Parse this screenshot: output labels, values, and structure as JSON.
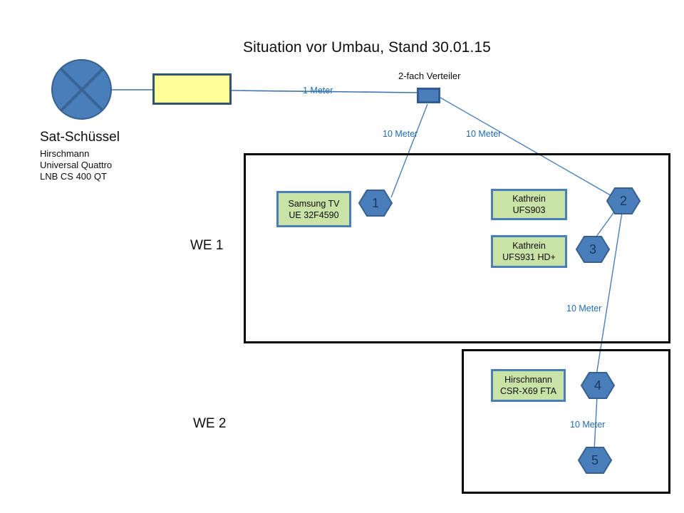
{
  "title": "Situation vor Umbau, Stand 30.01.15",
  "source": {
    "dish_icon": "satellite-dish-icon",
    "name": "Sat-Schüssel",
    "details_line1": "Hirschmann",
    "details_line2": "Universal Quattro",
    "details_line3": "LNB CS 400  QT"
  },
  "splitter": {
    "label": "2-fach Verteiler"
  },
  "rooms": [
    {
      "id": "we1",
      "label": "WE 1"
    },
    {
      "id": "we2",
      "label": "WE 2"
    }
  ],
  "devices": [
    {
      "id": "samsung",
      "line1": "Samsung TV",
      "line2": "UE 32F4590"
    },
    {
      "id": "k903",
      "line1": "Kathrein",
      "line2": "UFS903"
    },
    {
      "id": "k931",
      "line1": "Kathrein",
      "line2": "UFS931 HD+"
    },
    {
      "id": "hirsch",
      "line1": "Hirschmann",
      "line2": "CSR-X69 FTA"
    }
  ],
  "outlets": [
    {
      "id": "1",
      "number": "1"
    },
    {
      "id": "2",
      "number": "2"
    },
    {
      "id": "3",
      "number": "3"
    },
    {
      "id": "4",
      "number": "4"
    },
    {
      "id": "5",
      "number": "5"
    }
  ],
  "cable_lengths": {
    "dish_to_splitter": "1 Meter",
    "splitter_to_outlet1": "10 Meter",
    "splitter_to_outlet2": "10 Meter",
    "outlet2_to_outlet4": "10 Meter",
    "outlet4_to_outlet5": "10 Meter"
  },
  "colors": {
    "dish_fill": "#4a7ebb",
    "dish_border": "#36608f",
    "amplifier_fill": "#ffff99",
    "amplifier_border": "#31556e",
    "splitter_fill": "#4a7ebb",
    "device_fill": "#c9e2a5",
    "device_border": "#4a7ebb",
    "hexagon_fill": "#4a7ebb",
    "hexagon_border": "#36608f",
    "cable_line": "#4a7ebb",
    "cable_label_text": "#1f6cb0",
    "room_border": "#000000",
    "text": "#0d0d0d"
  }
}
